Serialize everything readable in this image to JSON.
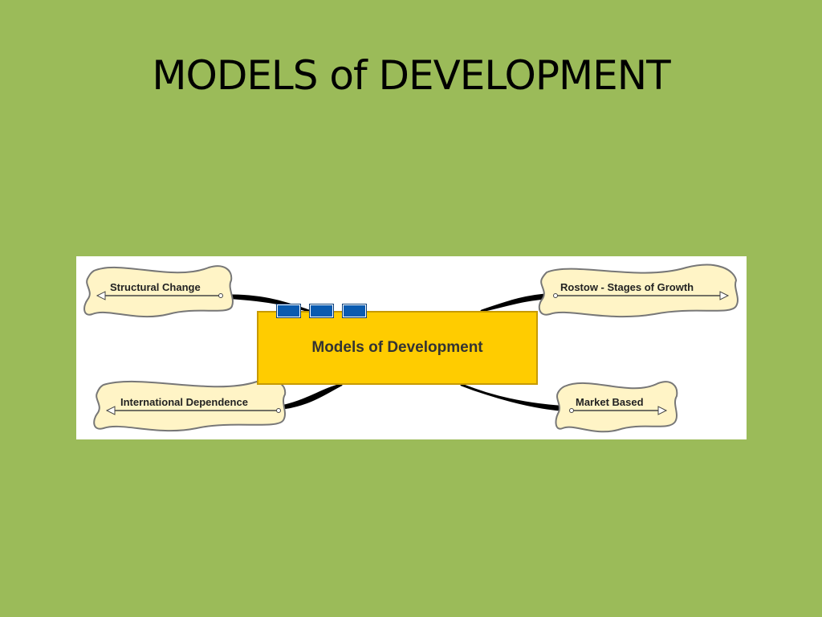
{
  "slide": {
    "title": "MODELS of DEVELOPMENT"
  },
  "diagram": {
    "central_topic": "Models of Development",
    "subtopics": [
      {
        "label": "Structural Change"
      },
      {
        "label": "Rostow - Stages of Growth"
      },
      {
        "label": "International Dependence"
      },
      {
        "label": "Market Based"
      }
    ]
  },
  "colors": {
    "background": "#9bbb59",
    "central_fill": "#ffcc00",
    "subtopic_fill": "#fff4c6",
    "marker_fill": "#0a5bb0",
    "connector": "#000000"
  }
}
